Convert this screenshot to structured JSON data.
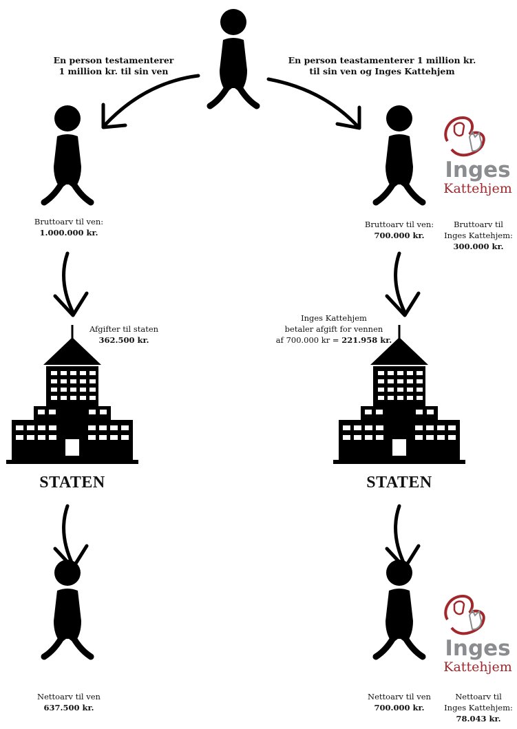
{
  "left": {
    "caption_line1": "En person testamenterer",
    "caption_line2": "1 million kr. til sin ven",
    "gross_label": "Bruttoarv til ven:",
    "gross_value": "1.000.000 kr.",
    "tax_label": "Afgifter til staten",
    "tax_value": "362.500 kr.",
    "state_label": "STATEN",
    "net_label": "Nettoarv til ven",
    "net_value": "637.500 kr."
  },
  "right": {
    "caption_line1": "En person teastamenterer 1 million kr.",
    "caption_line2": "til sin ven og Inges Kattehjem",
    "gross_friend_label": "Bruttoarv til ven:",
    "gross_friend_value": "700.000 kr.",
    "gross_charity_label_line1": "Bruttoarv til",
    "gross_charity_label_line2": "Inges Kattehjem:",
    "gross_charity_value": "300.000 kr.",
    "tax_line1": "Inges Kattehjem",
    "tax_line2": "betaler afgift for vennen",
    "tax_line3_prefix": "af 700.000 kr = ",
    "tax_line3_value": "221.958 kr.",
    "state_label": "STATEN",
    "net_friend_label": "Nettoarv til ven",
    "net_friend_value": "700.000 kr.",
    "net_charity_label_line1": "Nettoarv til",
    "net_charity_label_line2": "Inges Kattehjem:",
    "net_charity_value": "78.043 kr."
  },
  "logo": {
    "word1": "Inges",
    "word2": "Kattehjem",
    "brand_red": "#a0282c",
    "brand_grey": "#8a8c8f"
  }
}
